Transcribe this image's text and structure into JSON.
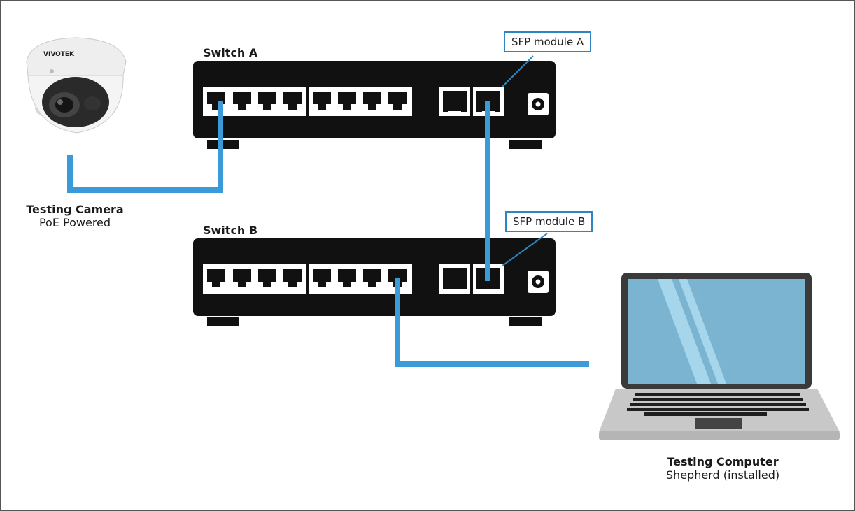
{
  "switch_a": {
    "title": "Switch A",
    "sfp_label": "SFP module A"
  },
  "switch_b": {
    "title": "Switch B",
    "sfp_label": "SFP module B"
  },
  "camera": {
    "brand": "VIVOTEK",
    "title": "Testing Camera",
    "subtitle": "PoE Powered"
  },
  "computer": {
    "title": "Testing Computer",
    "subtitle": "Shepherd (installed)"
  },
  "colors": {
    "cable": "#3a9bd8",
    "device_body": "#111111",
    "callout_border": "#2e86c1",
    "screen": "#7ab4d0",
    "frame": "#555555"
  },
  "icons": [
    "dome-camera-icon",
    "network-switch-icon",
    "laptop-icon",
    "ethernet-port-icon",
    "sfp-port-icon",
    "power-jack-icon"
  ]
}
